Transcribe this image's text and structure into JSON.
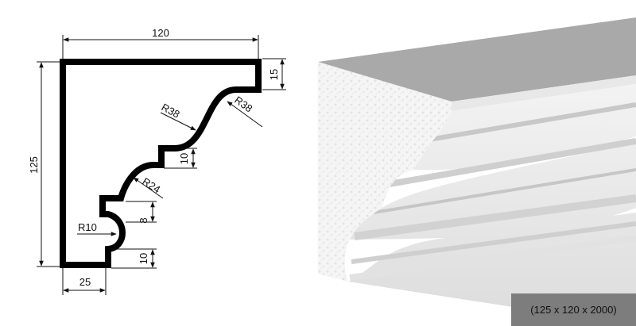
{
  "profile_drawing": {
    "dimensions": {
      "overall_width": "120",
      "overall_height": "125",
      "top_band": "15",
      "bottom_width": "25",
      "step_upper": "10",
      "step_middle": "8",
      "step_lower": "10"
    },
    "radii": {
      "upper_concave": "R38",
      "upper_convex": "R38",
      "middle": "R24",
      "lower_bead": "R10"
    }
  },
  "size_badge": {
    "label": "(125 x 120 x 2000)"
  },
  "colors": {
    "profile_outline": "#000000",
    "badge_background": "#7d7d7d",
    "molding_top": "#a9a9a9",
    "molding_face": "#e9e9e9",
    "molding_end": "#f4f4f4"
  }
}
